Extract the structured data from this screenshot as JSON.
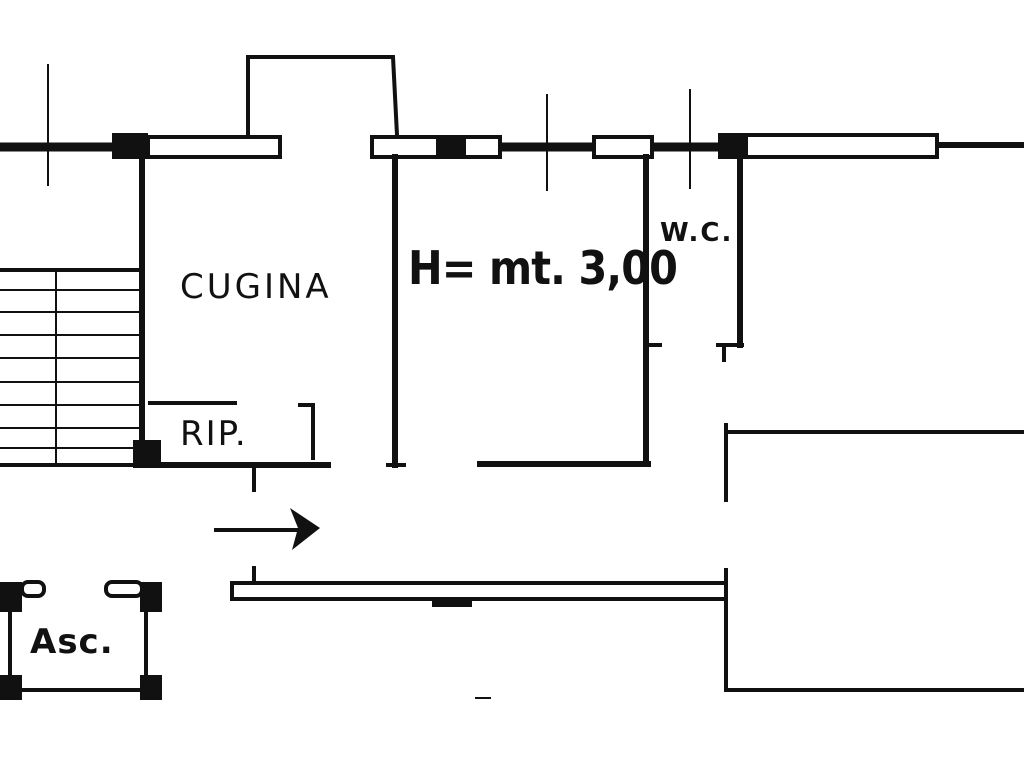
{
  "rooms": {
    "kitchen": "CUGINA",
    "ceiling_height": "H= mt. 3,00",
    "wc": "W.C.",
    "storage": "RIP.",
    "elevator": "Asc."
  },
  "colors": {
    "ink": "#111111",
    "paper": "#ffffff"
  },
  "icons": {
    "entry_arrow": "arrow-right-icon"
  }
}
